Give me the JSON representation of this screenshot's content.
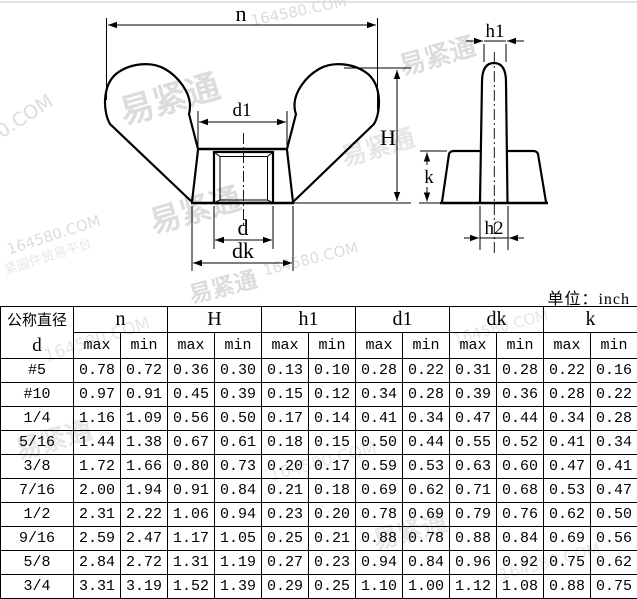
{
  "unit_note": "单位：inch",
  "watermark": {
    "brand": "易紧通",
    "site": "164580.COM",
    "tagline": "紧固件贸易平台"
  },
  "drawing": {
    "labels": {
      "n": "n",
      "d1": "d1",
      "H": "H",
      "d": "d",
      "dk": "dk",
      "h1": "h1",
      "k": "k",
      "h2": "h2"
    }
  },
  "table": {
    "dia_header_line1": "公称直径",
    "dia_header_line2": "d",
    "groups": [
      "n",
      "H",
      "h1",
      "d1",
      "dk",
      "k"
    ],
    "sub_headers": [
      "max",
      "min"
    ],
    "rows": [
      {
        "d": "#5",
        "values": [
          "0.78",
          "0.72",
          "0.36",
          "0.30",
          "0.13",
          "0.10",
          "0.28",
          "0.22",
          "0.31",
          "0.28",
          "0.22",
          "0.16"
        ]
      },
      {
        "d": "#10",
        "values": [
          "0.97",
          "0.91",
          "0.45",
          "0.39",
          "0.15",
          "0.12",
          "0.34",
          "0.28",
          "0.39",
          "0.36",
          "0.28",
          "0.22"
        ]
      },
      {
        "d": "1/4",
        "values": [
          "1.16",
          "1.09",
          "0.56",
          "0.50",
          "0.17",
          "0.14",
          "0.41",
          "0.34",
          "0.47",
          "0.44",
          "0.34",
          "0.28"
        ]
      },
      {
        "d": "5/16",
        "values": [
          "1.44",
          "1.38",
          "0.67",
          "0.61",
          "0.18",
          "0.15",
          "0.50",
          "0.44",
          "0.55",
          "0.52",
          "0.41",
          "0.34"
        ]
      },
      {
        "d": "3/8",
        "values": [
          "1.72",
          "1.66",
          "0.80",
          "0.73",
          "0.20",
          "0.17",
          "0.59",
          "0.53",
          "0.63",
          "0.60",
          "0.47",
          "0.41"
        ]
      },
      {
        "d": "7/16",
        "values": [
          "2.00",
          "1.94",
          "0.91",
          "0.84",
          "0.21",
          "0.18",
          "0.69",
          "0.62",
          "0.71",
          "0.68",
          "0.53",
          "0.47"
        ]
      },
      {
        "d": "1/2",
        "values": [
          "2.31",
          "2.22",
          "1.06",
          "0.94",
          "0.23",
          "0.20",
          "0.78",
          "0.69",
          "0.79",
          "0.76",
          "0.62",
          "0.50"
        ]
      },
      {
        "d": "9/16",
        "values": [
          "2.59",
          "2.47",
          "1.17",
          "1.05",
          "0.25",
          "0.21",
          "0.88",
          "0.78",
          "0.88",
          "0.84",
          "0.69",
          "0.56"
        ]
      },
      {
        "d": "5/8",
        "values": [
          "2.84",
          "2.72",
          "1.31",
          "1.19",
          "0.27",
          "0.23",
          "0.94",
          "0.84",
          "0.96",
          "0.92",
          "0.75",
          "0.62"
        ]
      },
      {
        "d": "3/4",
        "values": [
          "3.31",
          "3.19",
          "1.52",
          "1.39",
          "0.29",
          "0.25",
          "1.10",
          "1.00",
          "1.12",
          "1.08",
          "0.88",
          "0.75"
        ]
      }
    ]
  }
}
